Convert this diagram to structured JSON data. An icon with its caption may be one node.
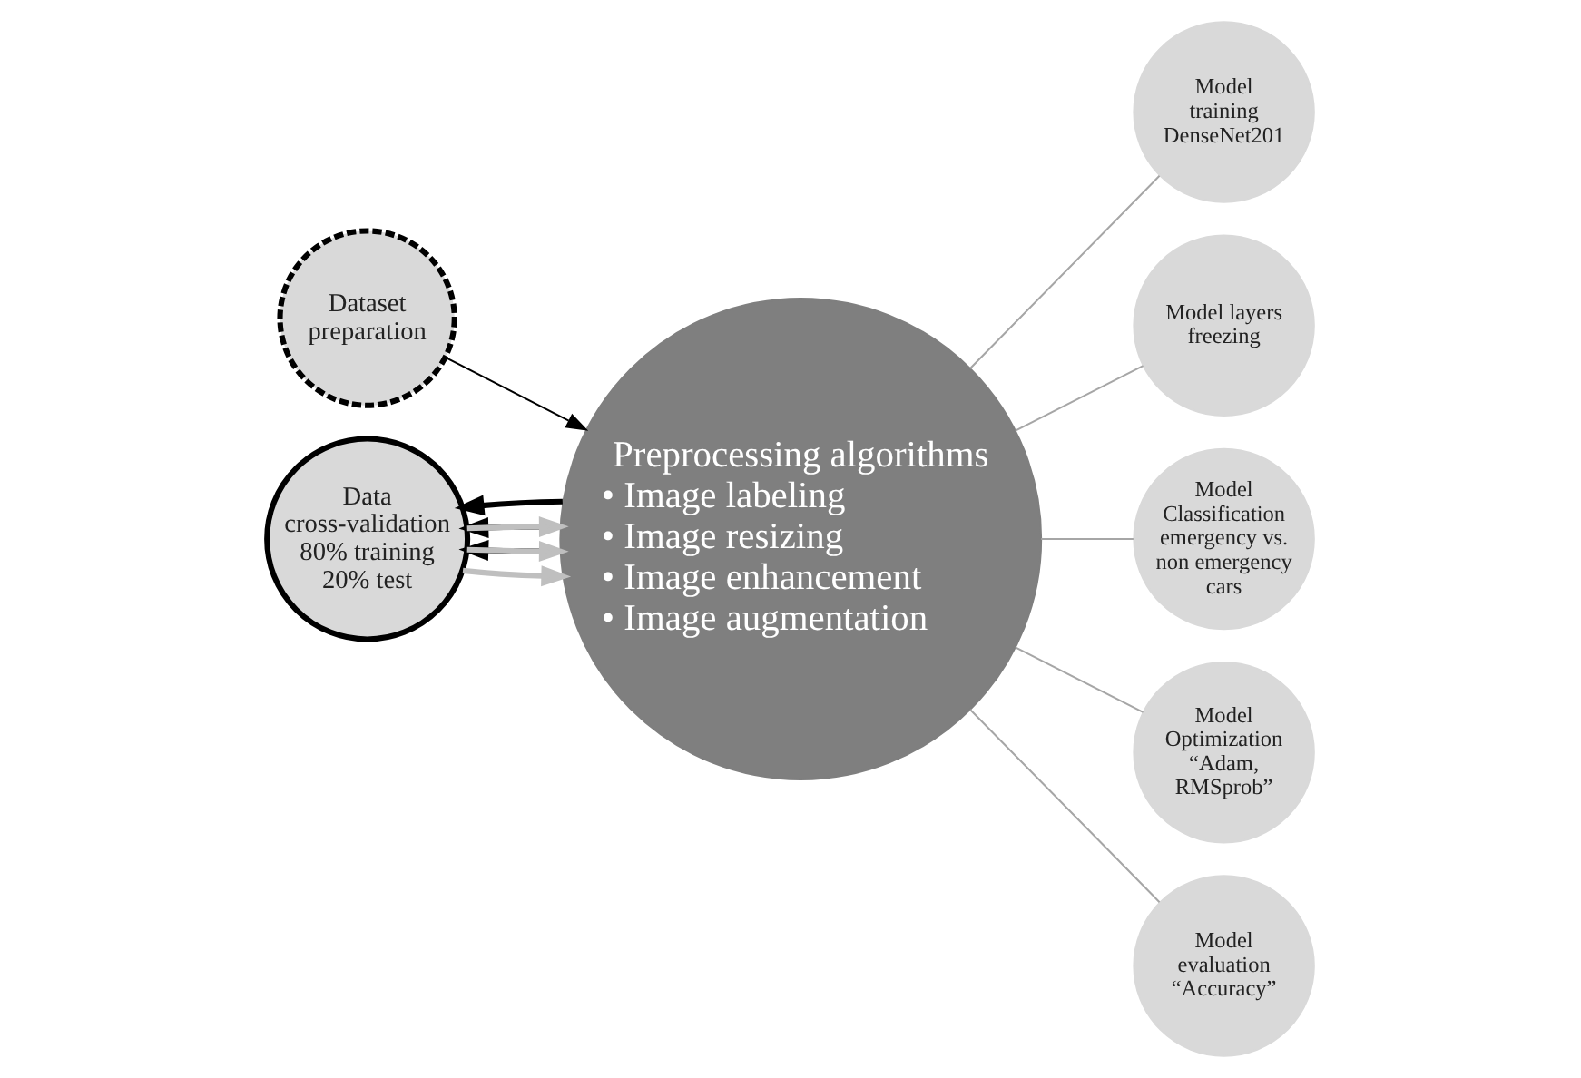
{
  "diagram": {
    "nodes": [
      {
        "text": [
          "Dataset preparation"
        ]
      },
      {
        "text": [
          "Preprocessing algorithms",
          "• Image labeling",
          "• Image resizing",
          "• Image enhancement",
          "• Image augmentation"
        ]
      },
      {
        "text": [
          "Model training DenseNet201"
        ]
      },
      {
        "text": [
          "Model layers freezing"
        ]
      },
      {
        "text": [
          "Model Classification emergency vs. non emergency cars"
        ]
      },
      {
        "text": [
          "Model Optimization “Adam, RMSprob”"
        ]
      },
      {
        "text": [
          "Model evaluation “Accuracy”"
        ]
      },
      {
        "text": [
          "Data cross-validation 80% training 20% test"
        ]
      }
    ],
    "edges": [
      {
        "from": 0,
        "to": 1,
        "arrow": "to",
        "color": "#000000"
      },
      {
        "from": 1,
        "to": 2,
        "arrow": "none",
        "color": "#a6a6a6"
      },
      {
        "from": 1,
        "to": 3,
        "arrow": "none",
        "color": "#a6a6a6"
      },
      {
        "from": 1,
        "to": 4,
        "arrow": "none",
        "color": "#a6a6a6"
      },
      {
        "from": 1,
        "to": 5,
        "arrow": "none",
        "color": "#a6a6a6"
      },
      {
        "from": 1,
        "to": 6,
        "arrow": "none",
        "color": "#a6a6a6"
      },
      {
        "from": 7,
        "to": 1,
        "arrow": "to",
        "style": "thick",
        "color": "#bfbfbf"
      },
      {
        "from": 7,
        "to": 1,
        "arrow": "to",
        "style": "thick",
        "color": "#bfbfbf"
      },
      {
        "from": 7,
        "to": 1,
        "arrow": "to",
        "style": "thick",
        "color": "#bfbfbf"
      },
      {
        "from": 1,
        "to": 7,
        "arrow": "to",
        "style": "thick",
        "color": "#000000"
      },
      {
        "from": 1,
        "to": 7,
        "arrow": "to",
        "style": "thick",
        "color": "#000000"
      },
      {
        "from": 1,
        "to": 7,
        "arrow": "to",
        "style": "thick",
        "color": "#000000"
      }
    ]
  }
}
